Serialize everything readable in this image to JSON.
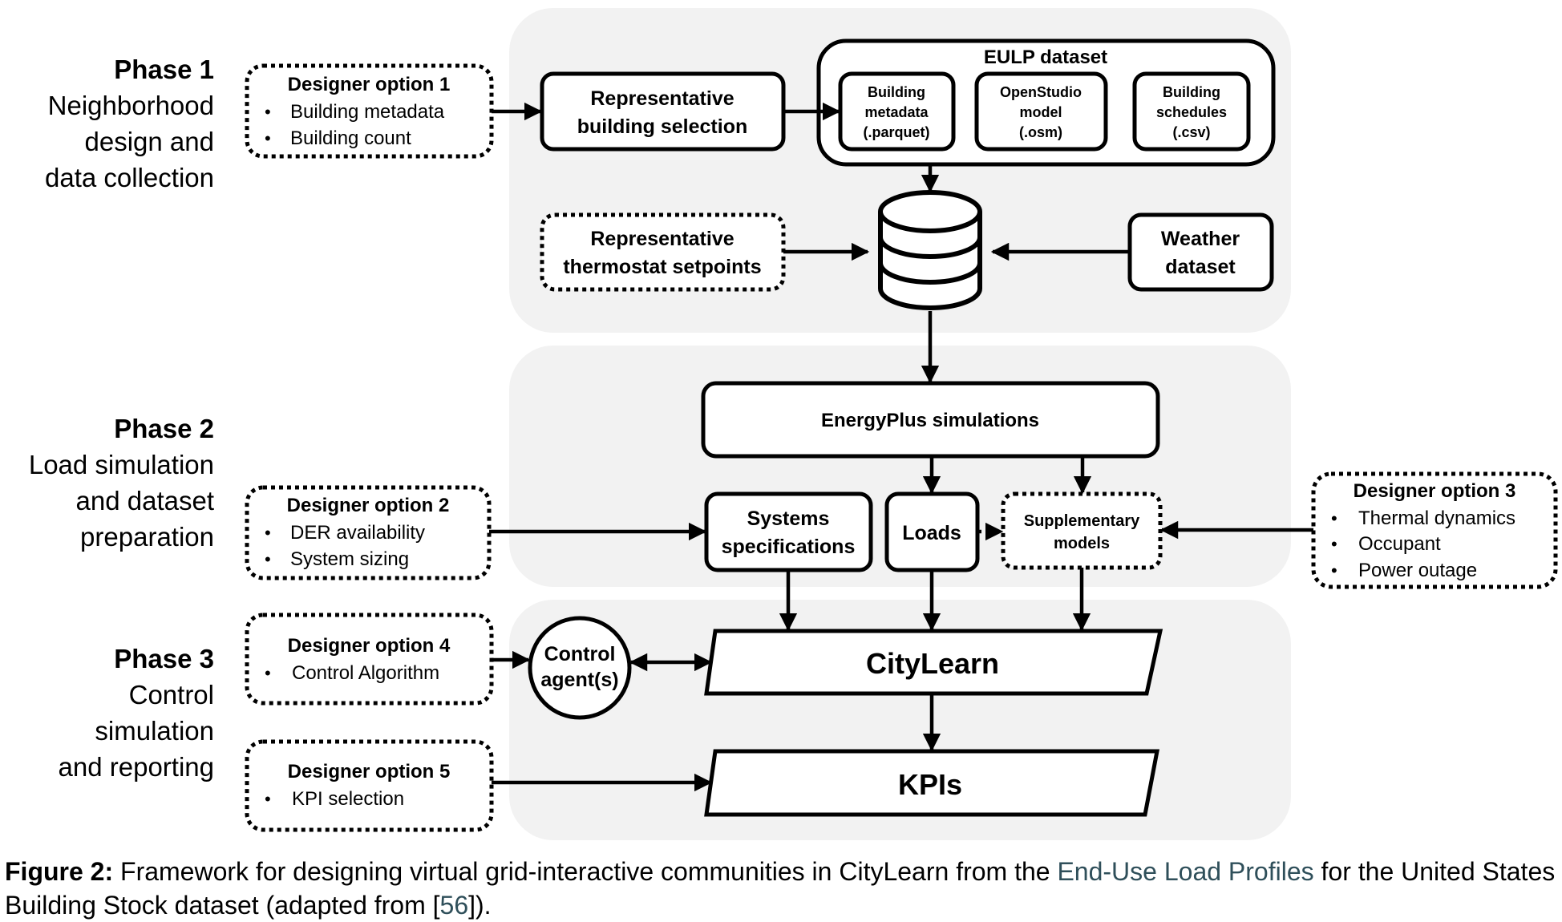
{
  "phases": [
    {
      "title": "Phase 1",
      "lines": [
        "Neighborhood",
        "design and",
        "data collection"
      ]
    },
    {
      "title": "Phase 2",
      "lines": [
        "Load simulation",
        "and dataset",
        "preparation"
      ]
    },
    {
      "title": "Phase 3",
      "lines": [
        "Control",
        "simulation",
        "and reporting"
      ]
    }
  ],
  "designer_options": [
    {
      "title": "Designer option 1",
      "items": [
        "Building metadata",
        "Building count"
      ]
    },
    {
      "title": "Designer option 2",
      "items": [
        "DER availability",
        "System sizing"
      ]
    },
    {
      "title": "Designer option 3",
      "items": [
        "Thermal dynamics",
        "Occupant",
        "Power outage"
      ]
    },
    {
      "title": "Designer option 4",
      "items": [
        "Control Algorithm"
      ]
    },
    {
      "title": "Designer option 5",
      "items": [
        "KPI selection"
      ]
    }
  ],
  "nodes": {
    "building_selection": [
      "Representative",
      "building selection"
    ],
    "eulp_title": "EULP dataset",
    "eulp_metadata": [
      "Building",
      "metadata",
      "(.parquet)"
    ],
    "eulp_model": [
      "OpenStudio",
      "model",
      "(.osm)"
    ],
    "eulp_schedules": [
      "Building",
      "schedules",
      "(.csv)"
    ],
    "thermostat": [
      "Representative",
      "thermostat setpoints"
    ],
    "weather": [
      "Weather",
      "dataset"
    ],
    "energyplus": "EnergyPlus simulations",
    "systems": [
      "Systems",
      "specifications"
    ],
    "loads": "Loads",
    "supplementary": [
      "Supplementary",
      "models"
    ],
    "control_agent": [
      "Control",
      "agent(s)"
    ],
    "citylearn": "CityLearn",
    "kpis": "KPIs"
  },
  "caption": {
    "label": "Figure 2:",
    "text_before": " Framework for designing virtual grid-interactive communities in CityLearn from the ",
    "link_text": "End-Use Load Profiles",
    "text_after": " for the United States Building Stock dataset (adapted from [",
    "ref": "56",
    "text_end": "])."
  },
  "colors": {
    "panel": "#f2f2f2",
    "stroke": "#000000",
    "link": "#2f4f5a"
  }
}
